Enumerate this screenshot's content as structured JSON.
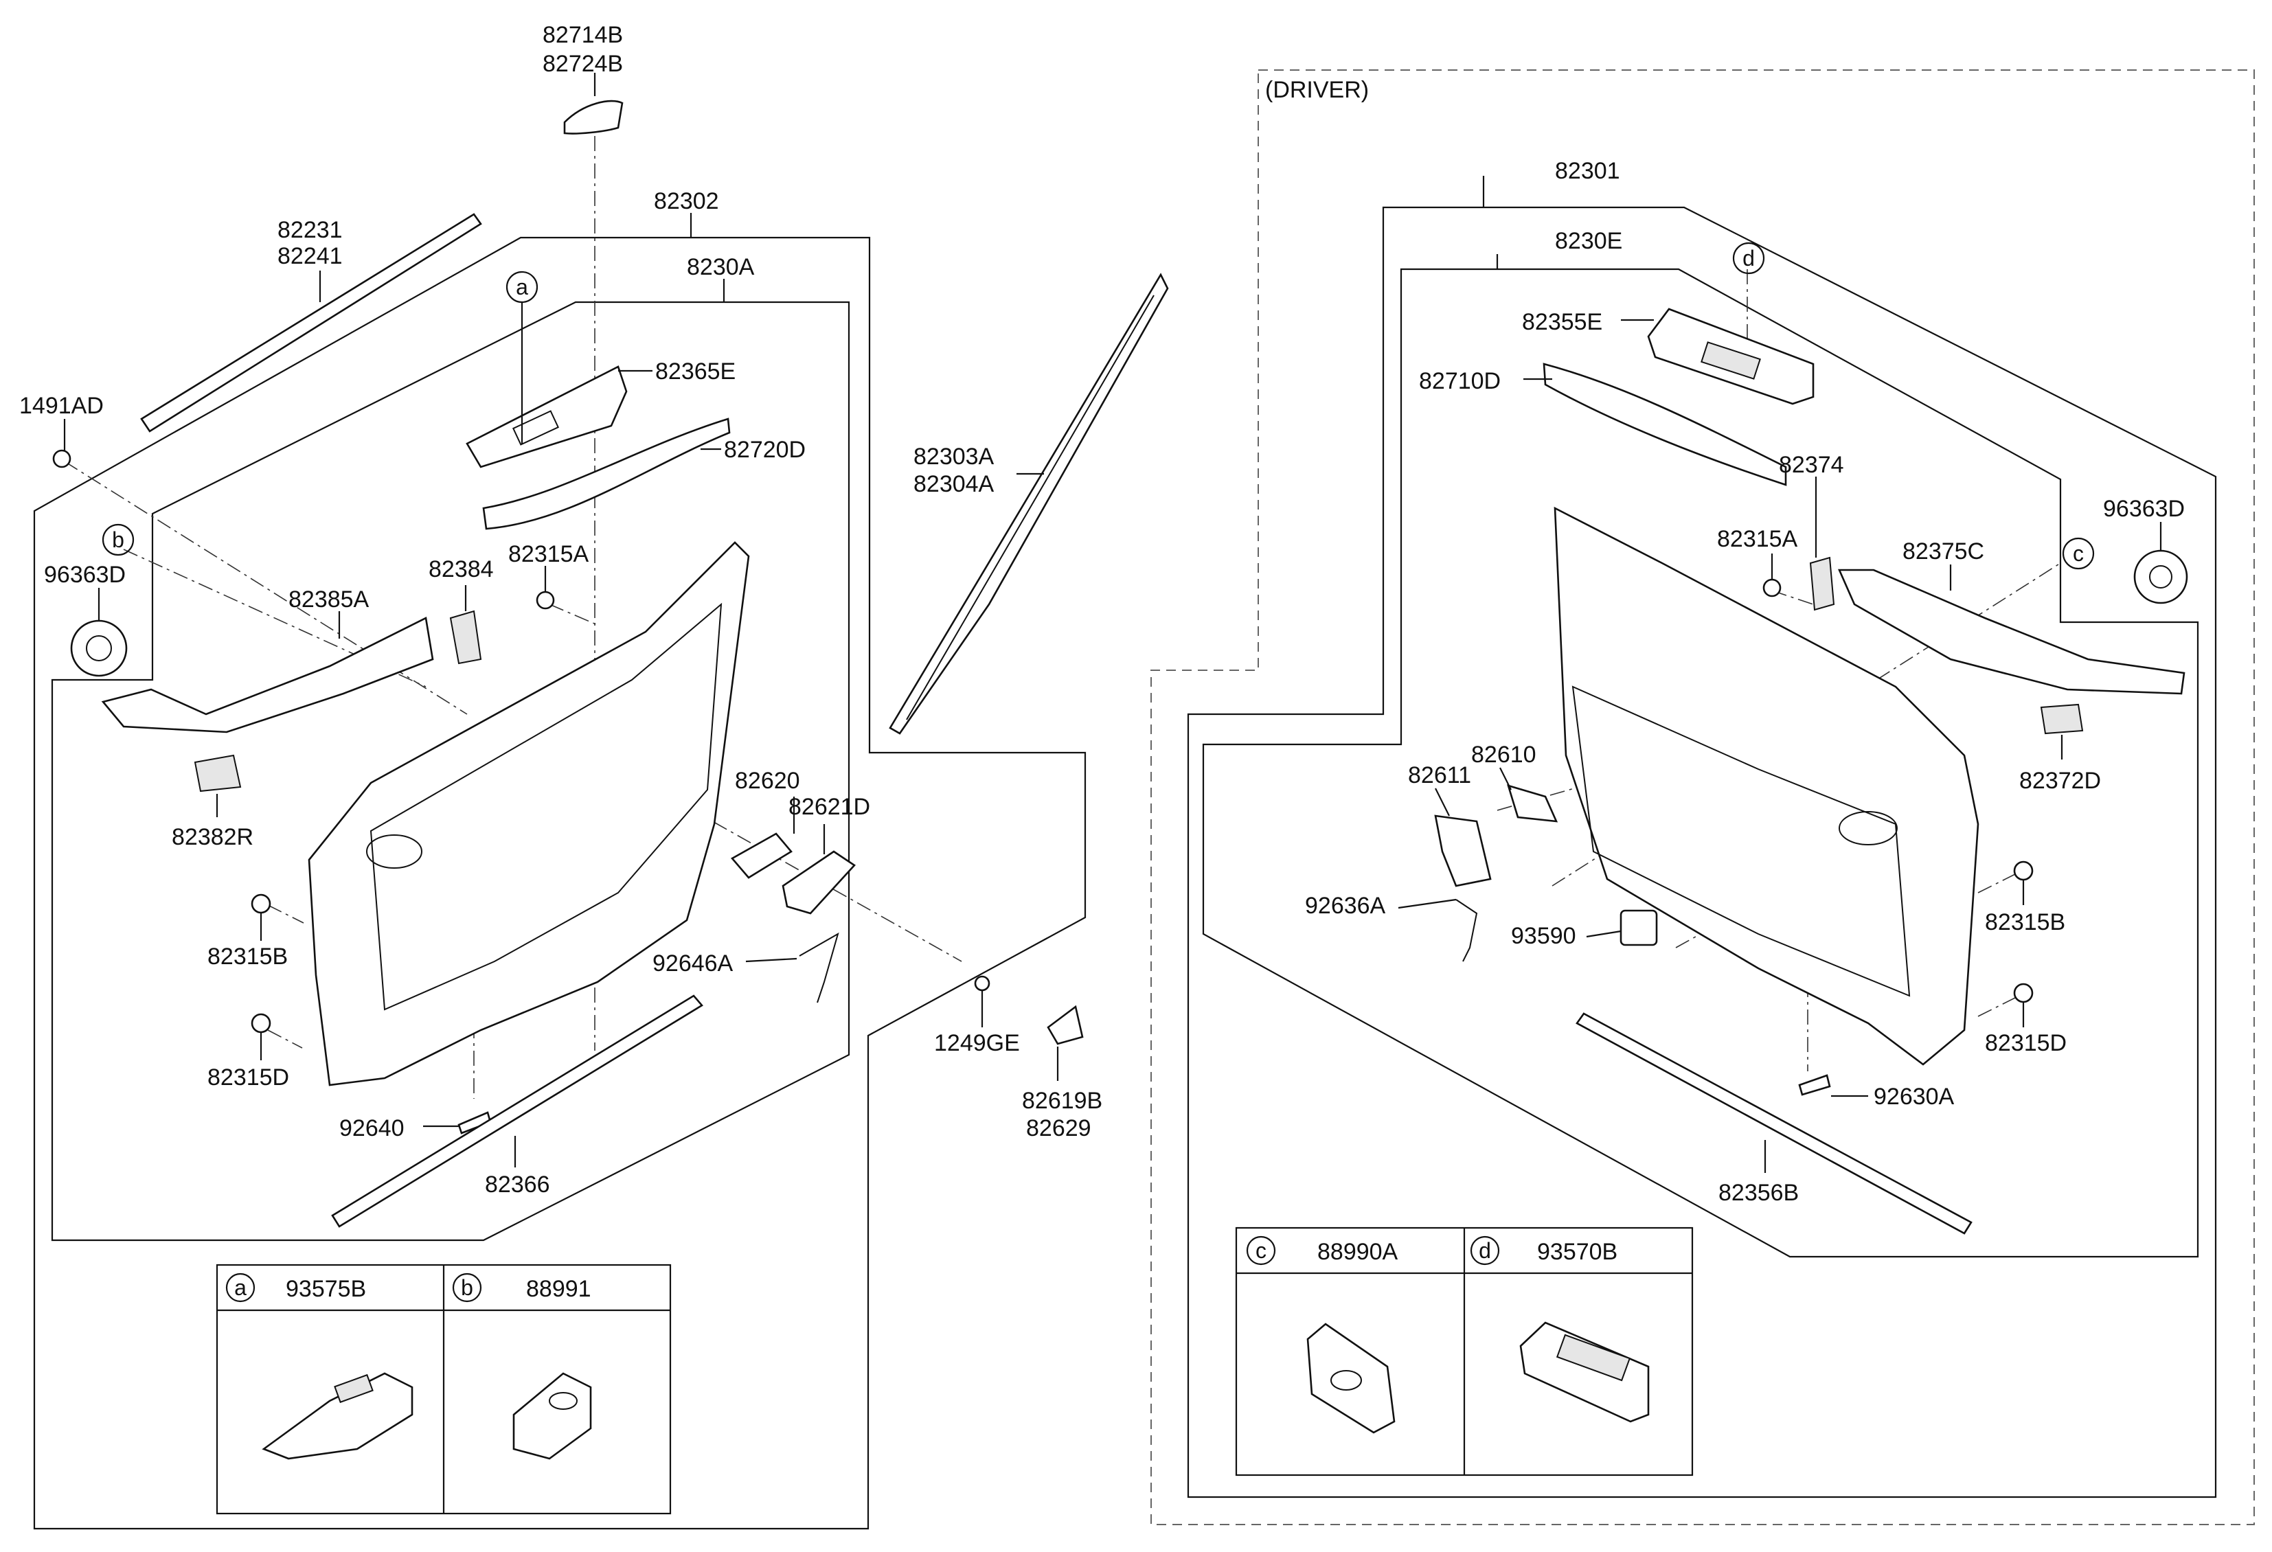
{
  "labels": {
    "p82714B": "82714B",
    "p82724B": "82724B",
    "p82302": "82302",
    "p82231": "82231",
    "p82241": "82241",
    "p8230A": "8230A",
    "p82365E": "82365E",
    "p82720D": "82720D",
    "p1491AD": "1491AD",
    "p96363D_left": "96363D",
    "p82385A": "82385A",
    "p82384": "82384",
    "p82315A_left": "82315A",
    "p82303A": "82303A",
    "p82304A": "82304A",
    "p82382R": "82382R",
    "p82620": "82620",
    "p82621D": "82621D",
    "p82315B_left": "82315B",
    "p92646A": "92646A",
    "p1249GE": "1249GE",
    "p82315D_left": "82315D",
    "p82619B": "82619B",
    "p82629": "82629",
    "p92640": "92640",
    "p82366": "82366",
    "driver": "(DRIVER)",
    "p82301": "82301",
    "p8230E": "8230E",
    "p82355E": "82355E",
    "p82710D": "82710D",
    "p82374": "82374",
    "p96363D_right": "96363D",
    "p82315A_right": "82315A",
    "p82375C": "82375C",
    "p82372D": "82372D",
    "p82610": "82610",
    "p82611": "82611",
    "p92636A": "92636A",
    "p93590": "93590",
    "p82315B_right": "82315B",
    "p82315D_right": "82315D",
    "p92630A": "92630A",
    "p82356B": "82356B"
  },
  "callouts": {
    "a": "a",
    "b": "b",
    "c": "c",
    "d": "d"
  },
  "legend_left": [
    {
      "letter": "a",
      "part": "93575B"
    },
    {
      "letter": "b",
      "part": "88991"
    }
  ],
  "legend_right": [
    {
      "letter": "c",
      "part": "88990A"
    },
    {
      "letter": "d",
      "part": "93570B"
    }
  ]
}
